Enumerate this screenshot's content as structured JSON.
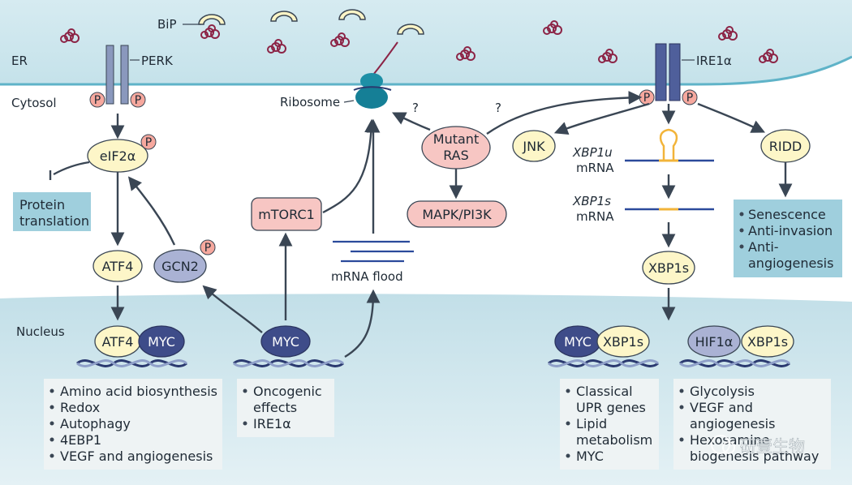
{
  "compartments": {
    "er": "ER",
    "cytosol": "Cytosol",
    "nucleus": "Nucleus"
  },
  "labels": {
    "bip": "BiP",
    "perk": "PERK",
    "ire1a": "IRE1α",
    "ribosome": "Ribosome",
    "phospho": "P",
    "question": "?"
  },
  "nodes": {
    "eif2a": "eIF2α",
    "atf4": "ATF4",
    "gcn2": "GCN2",
    "mtorc1": "mTORC1",
    "mutant_ras_1": "Mutant",
    "mutant_ras_2": "RAS",
    "mapk_pi3k": "MAPK/PI3K",
    "jnk": "JNK",
    "ridd": "RIDD",
    "xbp1s_protein": "XBP1s",
    "myc": "MYC",
    "hif1a": "HIF1α"
  },
  "mrna": {
    "flood": "mRNA flood",
    "xbp1u_gene": "XBP1u",
    "xbp1s_gene": "XBP1s",
    "mrna_word": "mRNA"
  },
  "boxes": {
    "protein_translation": [
      "Protein",
      "translation"
    ],
    "ridd_effects": [
      "Senescence",
      "Anti-invasion",
      "Anti-",
      "angiogenesis"
    ],
    "atf4_myc_targets": [
      "Amino acid biosynthesis",
      "Redox",
      "Autophagy",
      "4EBP1",
      "VEGF and angiogenesis"
    ],
    "myc_targets": [
      "Oncogenic",
      "effects",
      "IRE1α"
    ],
    "myc_xbp1s_targets": [
      "Classical",
      "UPR genes",
      "Lipid",
      "metabolism",
      "MYC"
    ],
    "hif1a_xbp1s_targets": [
      "Glycolysis",
      "VEGF and",
      "angiogenesis",
      "Hexosamine",
      "biogenesis pathway"
    ]
  },
  "watermark": "研壹生物",
  "colors": {
    "er_fill": "#d3e9ef",
    "cytosol_fill": "#ffffff",
    "nucleus_fill": "#cde4eb",
    "yellow_node": "#fdf6c8",
    "pink_node": "#f7c6c3",
    "blue_node": "#6f7db0",
    "box_fill": "#9fcfdd",
    "target_box": "#eef3f4",
    "arrow": "#3a4654"
  }
}
